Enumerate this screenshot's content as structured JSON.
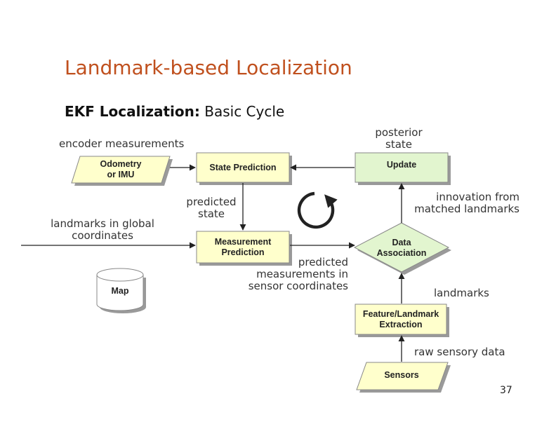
{
  "slide": {
    "title": "Landmark-based Localization",
    "subtitle_bold": "EKF Localization:",
    "subtitle_rest": "Basic Cycle",
    "page_number": "37"
  },
  "colors": {
    "title": "#c0501e",
    "box_fill": "#ffffcc",
    "green_box_fill": "#e2f5cf",
    "box_shadow": "#9a9a9a",
    "arrow": "#222222"
  },
  "nodes": {
    "odometry": "Odometry\nor IMU",
    "state_prediction": "State Prediction",
    "update": "Update",
    "measurement_prediction": "Measurement\nPrediction",
    "data_association": "Data\nAssociation",
    "map": "Map",
    "feature_extraction": "Feature/Landmark\nExtraction",
    "sensors": "Sensors"
  },
  "labels": {
    "encoder_measurements": "encoder measurements",
    "posterior_state": "posterior\nstate",
    "predicted_state": "predicted\nstate",
    "landmarks_global": "landmarks in global\ncoordinates",
    "innovation": "innovation from\nmatched landmarks",
    "predicted_measurements": "predicted\nmeasurements in\nsensor coordinates",
    "landmarks": "landmarks",
    "raw_sensory_data": "raw sensory data"
  },
  "icons": {
    "cycle": "clockwise-cycle-arrow-icon"
  }
}
